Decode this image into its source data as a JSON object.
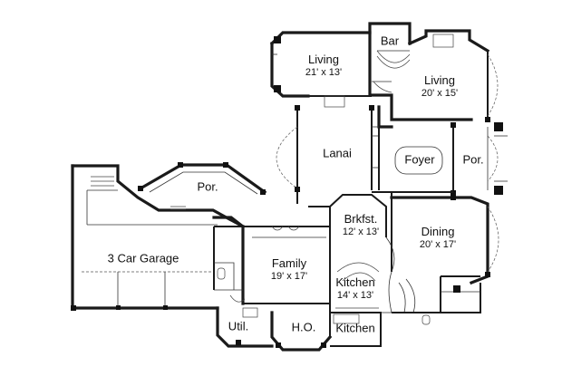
{
  "rooms": {
    "living_upper": {
      "name": "Living",
      "dim": "21' x 13'"
    },
    "bar": {
      "name": "Bar"
    },
    "living_right": {
      "name": "Living",
      "dim": "20' x 15'"
    },
    "lanai": {
      "name": "Lanai"
    },
    "foyer": {
      "name": "Foyer"
    },
    "por_right": {
      "name": "Por."
    },
    "por_left": {
      "name": "Por."
    },
    "brkfst": {
      "name": "Brkfst.",
      "dim": "12' x 13'"
    },
    "dining": {
      "name": "Dining",
      "dim": "20' x 17'"
    },
    "garage": {
      "name": "3 Car Garage"
    },
    "family": {
      "name": "Family",
      "dim": "19' x 17'"
    },
    "kitchen": {
      "name": "Kitchen",
      "dim": "14' x 13'"
    },
    "util": {
      "name": "Util."
    },
    "ho": {
      "name": "H.O."
    },
    "kitchen_lower": {
      "name": "Kitchen"
    }
  }
}
